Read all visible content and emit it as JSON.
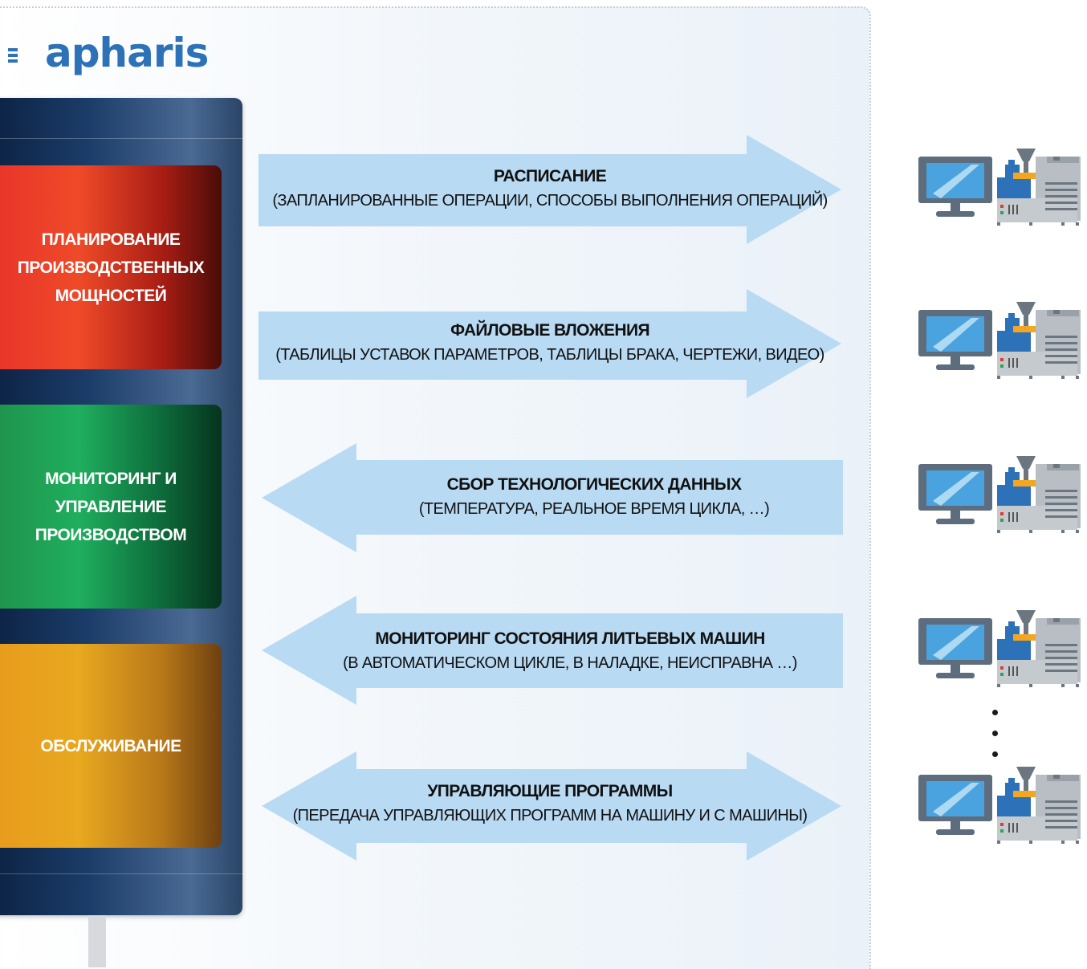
{
  "logo": {
    "text": "apharis"
  },
  "modules": [
    {
      "label": "ПЛАНИРОВАНИЕ ПРОИЗВОДСТВЕННЫХ МОЩНОСТЕЙ",
      "color": "#e8322b"
    },
    {
      "label": "МОНИТОРИНГ И УПРАВЛЕНИЕ ПРОИЗВОДСТВОМ",
      "color": "#1fae5e"
    },
    {
      "label": "ОБСЛУЖИВАНИЕ",
      "color": "#e8a81f"
    }
  ],
  "flows": [
    {
      "title": "РАСПИСАНИЕ",
      "subtitle": "(ЗАПЛАНИРОВАННЫЕ ОПЕРАЦИИ, СПОСОБЫ ВЫПОЛНЕНИЯ ОПЕРАЦИЙ)",
      "direction": "right"
    },
    {
      "title": "ФАЙЛОВЫЕ ВЛОЖЕНИЯ",
      "subtitle": "(ТАБЛИЦЫ УСТАВОК ПАРАМЕТРОВ, ТАБЛИЦЫ БРАКА, ЧЕРТЕЖИ, ВИДЕО)",
      "direction": "right"
    },
    {
      "title": "СБОР ТЕХНОЛОГИЧЕСКИХ ДАННЫХ",
      "subtitle": "(ТЕМПЕРАТУРА, РЕАЛЬНОЕ ВРЕМЯ ЦИКЛА, …)",
      "direction": "left"
    },
    {
      "title": "МОНИТОРИНГ СОСТОЯНИЯ ЛИТЬЕВЫХ МАШИН",
      "subtitle": "(В АВТОМАТИЧЕСКОМ ЦИКЛЕ, В НАЛАДКЕ, НЕИСПРАВНА …)",
      "direction": "left"
    },
    {
      "title": "УПРАВЛЯЮЩИЕ ПРОГРАММЫ",
      "subtitle": "(ПЕРЕДАЧА УПРАВЛЯЮЩИХ ПРОГРАММ НА МАШИНУ И С МАШИНЫ)",
      "direction": "both"
    }
  ],
  "stations": [
    {
      "icon": "computer-machine-icon"
    },
    {
      "icon": "computer-machine-icon"
    },
    {
      "icon": "computer-machine-icon"
    },
    {
      "icon": "computer-machine-icon"
    },
    {
      "icon": "computer-machine-icon"
    }
  ],
  "colors": {
    "arrow": "#b9daf3",
    "brand": "#2d72b8"
  }
}
